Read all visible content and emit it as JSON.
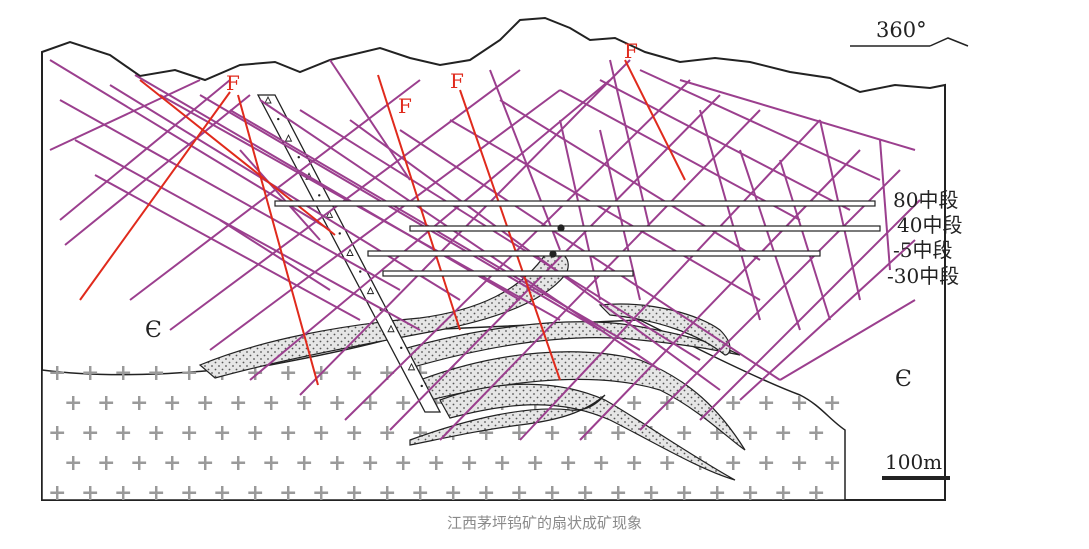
{
  "figure": {
    "caption": "江西茅坪钨矿的扇状成矿现象",
    "orientation_label": "360°",
    "scale_label": "100m",
    "strata_symbol": "Є",
    "fault_label": "F",
    "levels": [
      "80中段",
      "40中段",
      "-5中段",
      "-30中段"
    ],
    "colors": {
      "vein": "#9b3f8e",
      "fault": "#e02a1c",
      "outline": "#222222",
      "granite_cross": "#9a9a9a",
      "orebody_fill": "#e6e6e6",
      "caption": "#8a8a8a"
    },
    "icons": {
      "orientation": "north-arrow-icon",
      "granite": "cross-pattern-icon",
      "breccia": "triangle-pattern-icon"
    }
  }
}
